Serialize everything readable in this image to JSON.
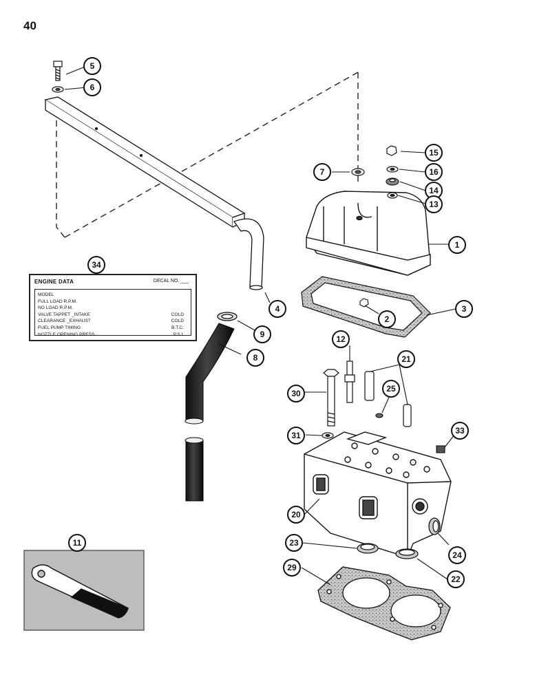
{
  "page_number": "40",
  "callouts": [
    {
      "id": "5",
      "label": "5"
    },
    {
      "id": "6",
      "label": "6"
    },
    {
      "id": "7",
      "label": "7"
    },
    {
      "id": "15",
      "label": "15"
    },
    {
      "id": "16",
      "label": "16"
    },
    {
      "id": "14",
      "label": "14"
    },
    {
      "id": "13",
      "label": "13"
    },
    {
      "id": "1",
      "label": "1"
    },
    {
      "id": "34",
      "label": "34"
    },
    {
      "id": "4",
      "label": "4"
    },
    {
      "id": "2",
      "label": "2"
    },
    {
      "id": "3",
      "label": "3"
    },
    {
      "id": "9",
      "label": "9"
    },
    {
      "id": "8",
      "label": "8"
    },
    {
      "id": "12",
      "label": "12"
    },
    {
      "id": "21",
      "label": "21"
    },
    {
      "id": "30",
      "label": "30"
    },
    {
      "id": "25",
      "label": "25"
    },
    {
      "id": "31",
      "label": "31"
    },
    {
      "id": "33",
      "label": "33"
    },
    {
      "id": "20",
      "label": "20"
    },
    {
      "id": "11",
      "label": "11"
    },
    {
      "id": "23",
      "label": "23"
    },
    {
      "id": "24",
      "label": "24"
    },
    {
      "id": "22",
      "label": "22"
    },
    {
      "id": "29",
      "label": "29"
    }
  ],
  "decal": {
    "title": "ENGINE DATA",
    "decal_no": "DECAL NO. ___",
    "rows": [
      {
        "label": "MODEL",
        "unit": ""
      },
      {
        "label": "FULL LOAD R.P.M.",
        "unit": ""
      },
      {
        "label": "NO LOAD R.P.M.",
        "unit": ""
      },
      {
        "label": "VALVE TAPPET _INTAKE",
        "unit": "COLD"
      },
      {
        "label": "CLEARANCE _EXHAUST",
        "unit": "COLD"
      },
      {
        "label": "FUEL PUMP TIMING",
        "unit": "B.T.C."
      },
      {
        "label": "NOZZLE OPENING PRESS.",
        "unit": "P.S.I."
      }
    ]
  }
}
